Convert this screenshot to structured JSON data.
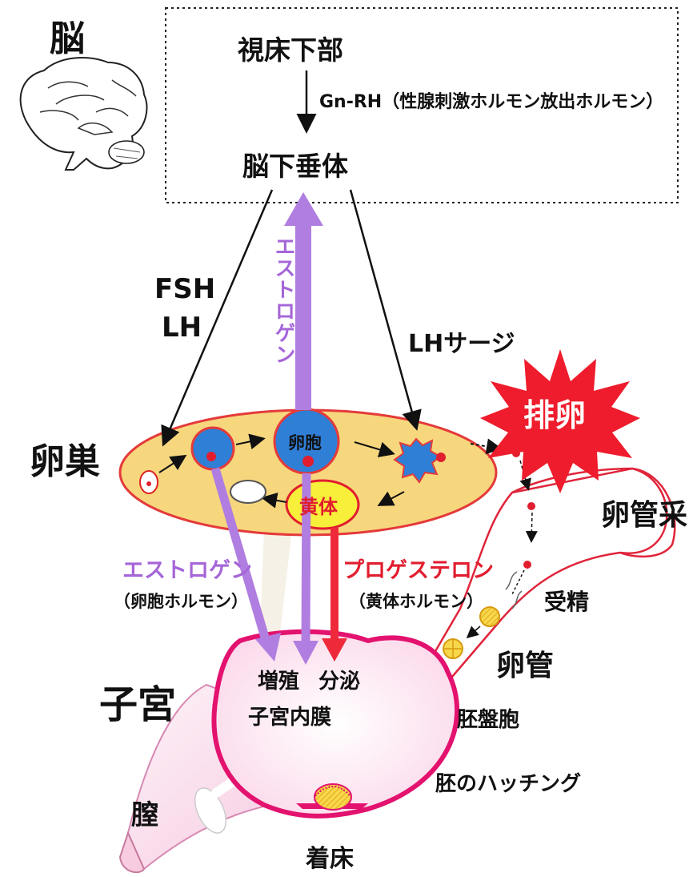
{
  "labels": {
    "brain": "脳",
    "hypothalamus": "視床下部",
    "gnrh": "Gn-RH（性腺刺激ホルモン放出ホルモン）",
    "pituitary": "脳下垂体",
    "fsh": "FSH",
    "lh": "LH",
    "estrogen_up": "エストロゲン",
    "lh_surge": "LHサージ",
    "ovulation": "排卵",
    "ovary": "卵巣",
    "follicle": "卵胞",
    "corpus_luteum": "黄体",
    "fimbria": "卵管采",
    "estrogen": "エストロゲン",
    "estrogen_sub": "（卵胞ホルモン）",
    "progesterone": "プロゲステロン",
    "progesterone_sub": "（黄体ホルモン）",
    "fertilization": "受精",
    "oviduct": "卵管",
    "uterus": "子宮",
    "proliferation": "増殖",
    "secretion": "分泌",
    "endometrium": "子宮内膜",
    "blastocyst": "胚盤胞",
    "hatching": "胚のハッチング",
    "vagina": "膣",
    "implantation": "着床"
  },
  "colors": {
    "purple_arrow": "#b07ee0",
    "red_arrow": "#ee2a3a",
    "black_arrow": "#111111",
    "ovary_fill": "#f7d77e",
    "ovary_border": "#e43a3a",
    "follicle_blue": "#2f7fd6",
    "uterus_border": "#e3126f",
    "uterus_fill": "#fbe3f0",
    "burst_red": "#ee1c2c",
    "embryo_yellow": "#f4d23e"
  }
}
